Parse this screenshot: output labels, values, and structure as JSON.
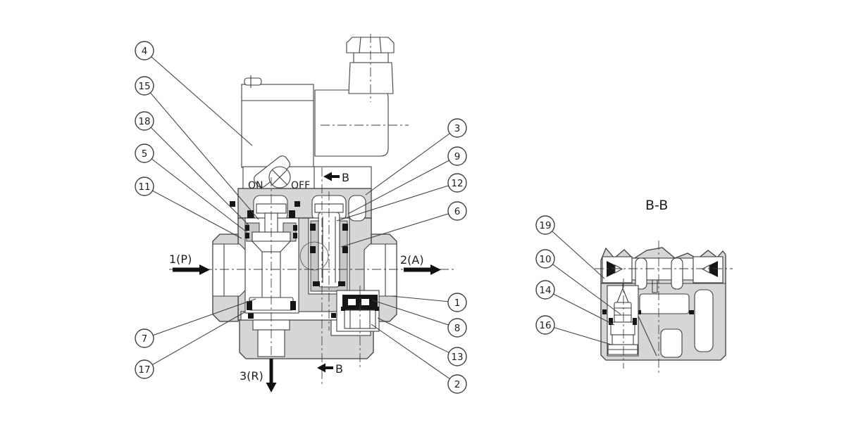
{
  "drawing": {
    "section_title": "B-B",
    "override_on": "ON",
    "override_off": "OFF",
    "port_p": "1(P)",
    "port_a": "2(A)",
    "port_r": "3(R)",
    "section_b_top": "B",
    "section_b_bottom": "B"
  },
  "callouts_main": [
    "4",
    "15",
    "18",
    "5",
    "11",
    "7",
    "17",
    "3",
    "9",
    "12",
    "6",
    "1",
    "8",
    "13",
    "2"
  ],
  "callouts_section": [
    "19",
    "10",
    "14",
    "16"
  ],
  "colors": {
    "body_fill": "#d6d6d6",
    "line_color": "#3f3f3f",
    "seal_color": "#161616",
    "bg": "#ffffff"
  }
}
